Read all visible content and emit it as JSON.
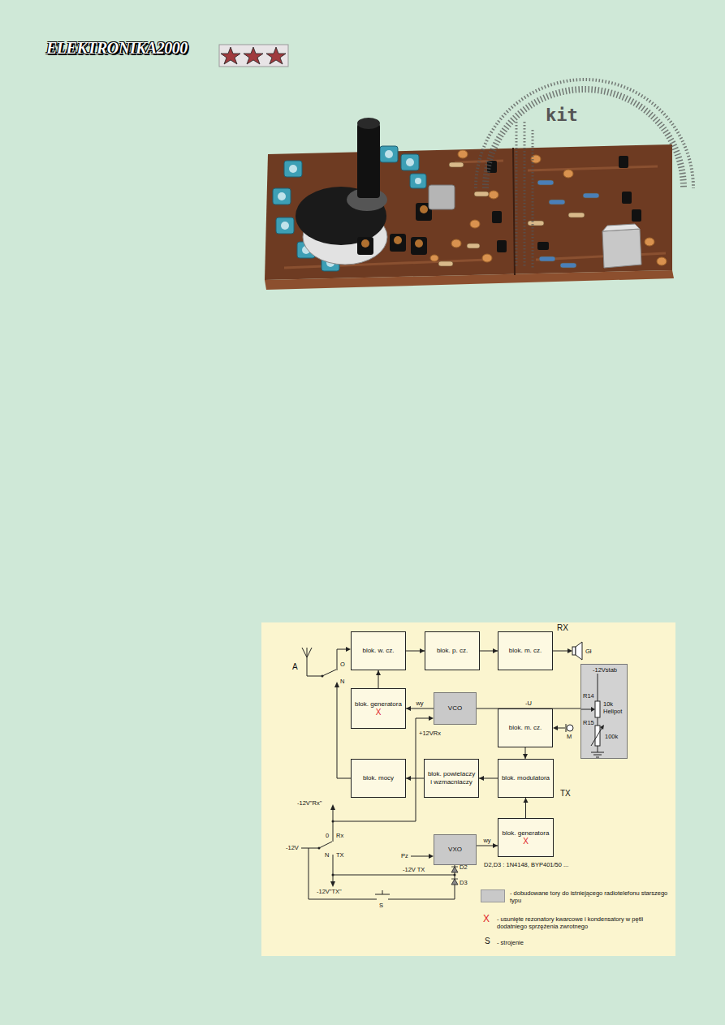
{
  "diagram": {
    "nodes": [
      {
        "text": [
          "blok. w. cz."
        ]
      },
      {
        "text": [
          "blok. p. cz."
        ]
      },
      {
        "text": [
          "blok. m. cz."
        ]
      },
      {
        "text": [
          "blok. generatora",
          "X"
        ]
      },
      {
        "text": [
          "VCO"
        ]
      },
      {
        "text": [
          "-12Vstab",
          "R14",
          "10k Helipot",
          "R15",
          "100k"
        ]
      },
      {
        "text": [
          "blok. m. cz."
        ]
      },
      {
        "text": [
          "blok. mocy"
        ]
      },
      {
        "text": [
          "blok. powielaczy i wzmacniaczy"
        ]
      },
      {
        "text": [
          "blok. modulatora"
        ]
      },
      {
        "text": [
          "VXO"
        ]
      },
      {
        "text": [
          "blok. generatora",
          "X"
        ]
      }
    ],
    "edges": [
      {
        "from": 0,
        "to": 1,
        "arrow": "to"
      },
      {
        "from": 1,
        "to": 2,
        "arrow": "to"
      },
      {
        "from": 3,
        "to": 0,
        "arrow": "to"
      },
      {
        "from": 4,
        "to": 3,
        "arrow": "to",
        "label": "wy"
      },
      {
        "from": 4,
        "to": 5,
        "arrow": "none",
        "label": "-U"
      },
      {
        "from": 6,
        "to": 9,
        "arrow": "to"
      },
      {
        "from": 9,
        "to": 8,
        "arrow": "to"
      },
      {
        "from": 8,
        "to": 7,
        "arrow": "to"
      },
      {
        "from": 10,
        "to": 11,
        "arrow": "to",
        "label": "wy"
      },
      {
        "from": 11,
        "to": 9,
        "arrow": "to"
      }
    ],
    "labels": [
      "ELEKTRONIKA2000",
      "kit",
      "RX",
      "A",
      "O",
      "N",
      "Gł",
      "M",
      "+12VRx",
      "TX",
      "-12V\"Rx\"",
      "0",
      "Rx",
      "-12V",
      "N",
      "TX",
      "Pz",
      "-12V\"TX\"",
      "D2",
      "-12V TX",
      "D3",
      "S",
      "D2,D3 : 1N4148, BYP401/50 ...",
      "X",
      "S"
    ],
    "legend": [
      {
        "text": "- dobudowane tory do istniejącego radiotelefonu starszego typu",
        "color": "#c9c9c9"
      },
      {
        "text": "- usunięte rezonatory kwarcowe i kondensatory w pętli dodatniego sprzężenia zwrotnego"
      },
      {
        "text": "- strojenie"
      }
    ]
  }
}
